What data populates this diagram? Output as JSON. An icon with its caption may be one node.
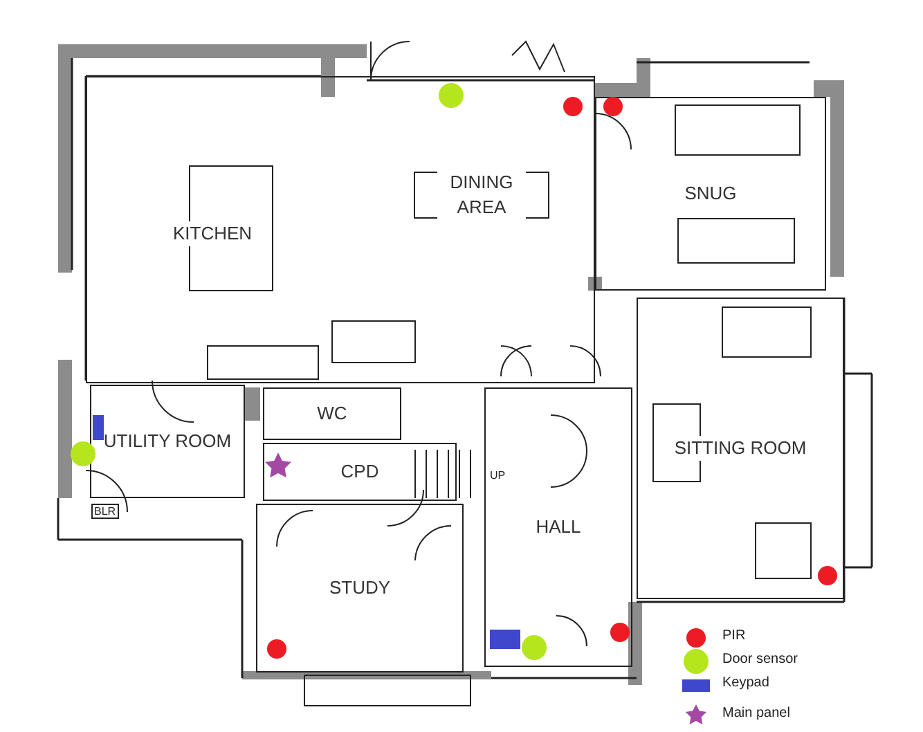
{
  "diagram": {
    "nodes": [
      {
        "text": [
          "KITCHEN"
        ]
      },
      {
        "text": [
          "DINING AREA"
        ],
        "in": 0
      },
      {
        "text": [
          "SNUG"
        ]
      },
      {
        "text": [
          "UTILITY ROOM"
        ]
      },
      {
        "text": [
          "WC"
        ]
      },
      {
        "text": [
          "SITTING ROOM"
        ]
      },
      {
        "text": [
          "CPD"
        ]
      },
      {
        "text": [
          "HALL"
        ]
      },
      {
        "text": [
          "STUDY"
        ]
      }
    ],
    "edges": [],
    "labels": [
      "BLR",
      "UP"
    ],
    "legend": [
      {
        "text": "PIR",
        "color": "#ed1c24"
      },
      {
        "text": "Door sensor",
        "color": "#b5e61d"
      },
      {
        "text": "Keypad",
        "color": "#3f48cc"
      },
      {
        "text": "Main panel",
        "color": "#a349a4"
      }
    ]
  }
}
